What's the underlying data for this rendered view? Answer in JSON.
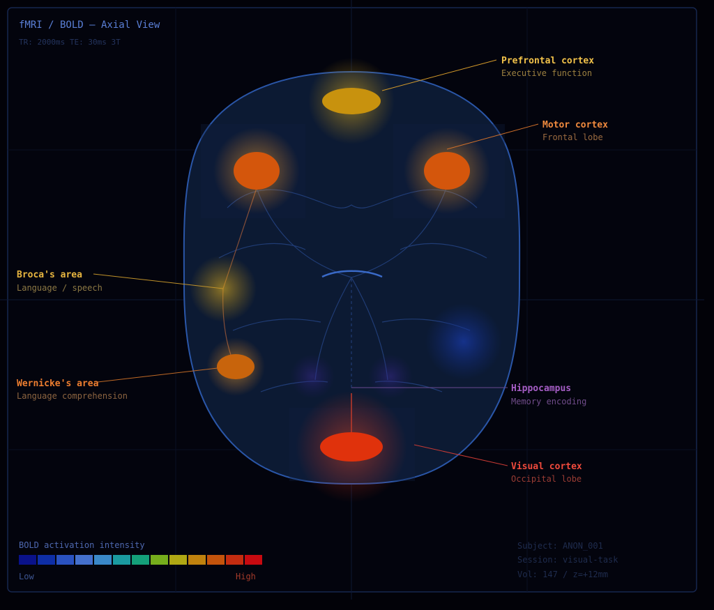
{
  "header": {
    "title": "fMRI / BOLD — Axial View",
    "subtitle": "TR: 2000ms TE: 30ms 3T"
  },
  "regions": [
    {
      "key": "prefrontal",
      "name": "Prefrontal cortex",
      "desc": "Executive function",
      "color": "#f2c24a",
      "desc_color": "#9c8040"
    },
    {
      "key": "motor",
      "name": "Motor cortex",
      "desc": "Frontal lobe",
      "color": "#f08a3e",
      "desc_color": "#9a6a40"
    },
    {
      "key": "broca",
      "name": "Broca's area",
      "desc": "Language / speech",
      "color": "#e8b640",
      "desc_color": "#8c7844"
    },
    {
      "key": "wernicke",
      "name": "Wernicke's area",
      "desc": "Language comprehension",
      "color": "#ee7e30",
      "desc_color": "#8c6440"
    },
    {
      "key": "hippocampus",
      "name": "Hippocampus",
      "desc": "Memory encoding",
      "color": "#a65ec6",
      "desc_color": "#704c8a"
    },
    {
      "key": "visual",
      "name": "Visual cortex",
      "desc": "Occipital lobe",
      "color": "#ef4a3c",
      "desc_color": "#9a3c34"
    }
  ],
  "legend": {
    "title": "BOLD activation intensity",
    "low": "Low",
    "high": "High",
    "colors": [
      "#0a128a",
      "#0e2ea6",
      "#2a52c0",
      "#4470cc",
      "#3a88c8",
      "#1a9aa0",
      "#14a07a",
      "#76ae1c",
      "#b0a814",
      "#c0820e",
      "#c4540c",
      "#c42c10",
      "#c80a10"
    ]
  },
  "meta": {
    "subject": "Subject: ANON_001",
    "session": "Session: visual-task",
    "volume": "Vol: 147 / z=+12mm"
  },
  "colors": {
    "background": "#020208",
    "panel_border": "#16264e",
    "head_fill": "#0c1a33",
    "head_stroke": "#2a56a8"
  }
}
